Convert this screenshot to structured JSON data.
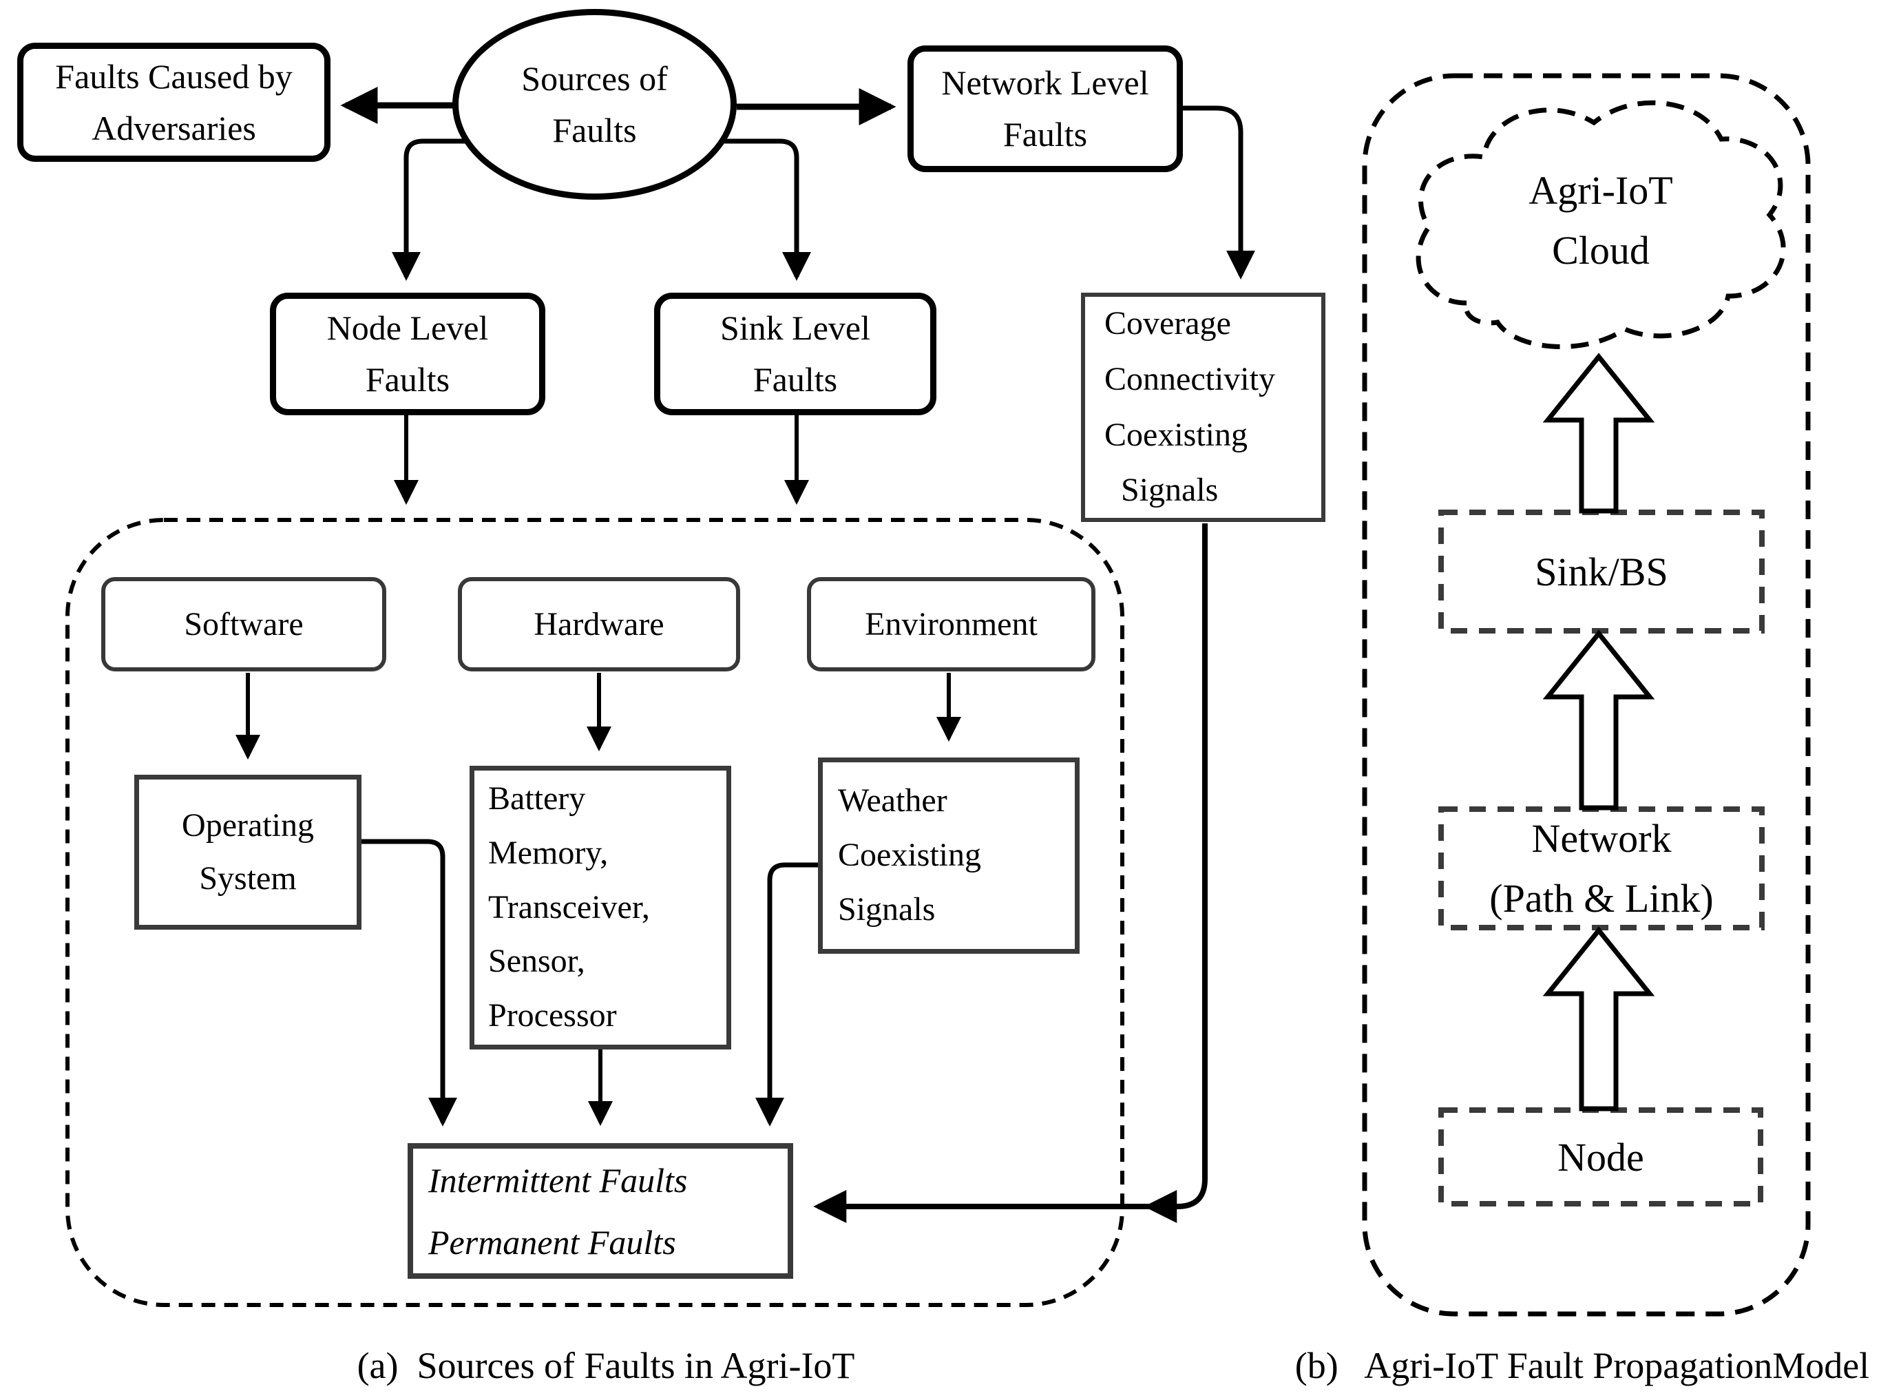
{
  "diagram_a": {
    "caption": "(a)  Sources of Faults in Agri-IoT",
    "nodes": {
      "adversaries": "Faults Caused by\nAdversaries",
      "sources": "Sources of\nFaults",
      "network_level": "Network Level\nFaults",
      "node_level": "Node Level\nFaults",
      "sink_level": "Sink Level\nFaults",
      "coverage": "Coverage\nConnectivity\nCoexisting\n  Signals",
      "software": "Software",
      "hardware": "Hardware",
      "environment": "Environment",
      "operating_system": "Operating\nSystem",
      "battery": "Battery\nMemory,\nTransceiver,\nSensor,\nProcessor",
      "weather": "Weather\nCoexisting\nSignals",
      "fault_types": "Intermittent Faults\nPermanent Faults"
    }
  },
  "diagram_b": {
    "caption": "(b)   Agri-IoT Fault PropagationModel",
    "nodes": {
      "cloud": "Agri-IoT\nCloud",
      "sink_bs": "Sink/BS",
      "network": "Network\n(Path & Link)",
      "node": "Node"
    }
  },
  "colors": {
    "line": "#000000",
    "square_box_border": "#3a3a3a",
    "dashed_box_border": "#3a3a3a",
    "background": "#ffffff"
  }
}
